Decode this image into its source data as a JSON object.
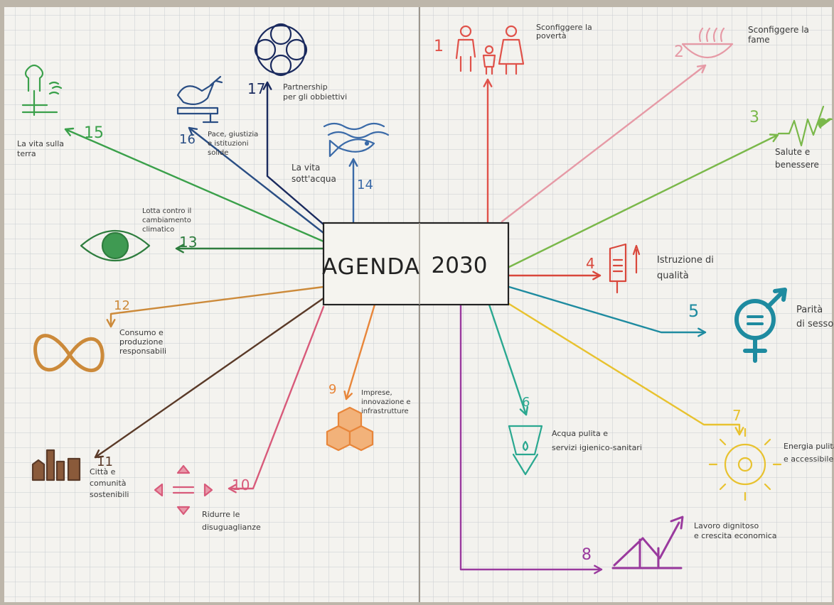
{
  "center": {
    "word1": "AGENDA",
    "word2": "2030"
  },
  "goals": [
    {
      "num": "1",
      "label": [
        "Sconfiggere la",
        "povertà"
      ],
      "color": "#e0524a"
    },
    {
      "num": "2",
      "label": [
        "Sconfiggere la",
        "fame"
      ],
      "color": "#e69aa6"
    },
    {
      "num": "3",
      "label": [
        "Salute e",
        "benessere"
      ],
      "color": "#7ab84a"
    },
    {
      "num": "4",
      "label": [
        "Istruzione di",
        "qualità"
      ],
      "color": "#d9473b"
    },
    {
      "num": "5",
      "label": [
        "Parità",
        "di sesso"
      ],
      "color": "#1e8ba0"
    },
    {
      "num": "6",
      "label": [
        "Acqua pulita e",
        "servizi igienico-sanitari"
      ],
      "color": "#2aa890"
    },
    {
      "num": "7",
      "label": [
        "Energia pulita",
        "e accessibile"
      ],
      "color": "#e8c22f"
    },
    {
      "num": "8",
      "label": [
        "Lavoro dignitoso",
        "e crescita economica"
      ],
      "color": "#9a3a9e"
    },
    {
      "num": "9",
      "label": [
        "Imprese,",
        "innovazione e",
        "infrastrutture"
      ],
      "color": "#e8863a"
    },
    {
      "num": "10",
      "label": [
        "Ridurre le",
        "disuguaglianze"
      ],
      "color": "#d85a7a"
    },
    {
      "num": "11",
      "label": [
        "Città e",
        "comunità",
        "sostenibili"
      ],
      "color": "#5a3a28"
    },
    {
      "num": "12",
      "label": [
        "Consumo e",
        "produzione",
        "responsabili"
      ],
      "color": "#cc8a3a"
    },
    {
      "num": "13",
      "label": [
        "Lotta contro il",
        "cambiamento",
        "climatico"
      ],
      "color": "#2e7d3e"
    },
    {
      "num": "14",
      "label": [
        "La vita",
        "sott'acqua"
      ],
      "color": "#3a6aa8"
    },
    {
      "num": "15",
      "label": [
        "La vita sulla",
        "terra"
      ],
      "color": "#3aa04a"
    },
    {
      "num": "16",
      "label": [
        "Pace, giustizia",
        "e istituzioni",
        "solide"
      ],
      "color": "#2a4e84"
    },
    {
      "num": "17",
      "label": [
        "Partnership",
        "per gli obbiettivi"
      ],
      "color": "#1a2a5e"
    }
  ]
}
